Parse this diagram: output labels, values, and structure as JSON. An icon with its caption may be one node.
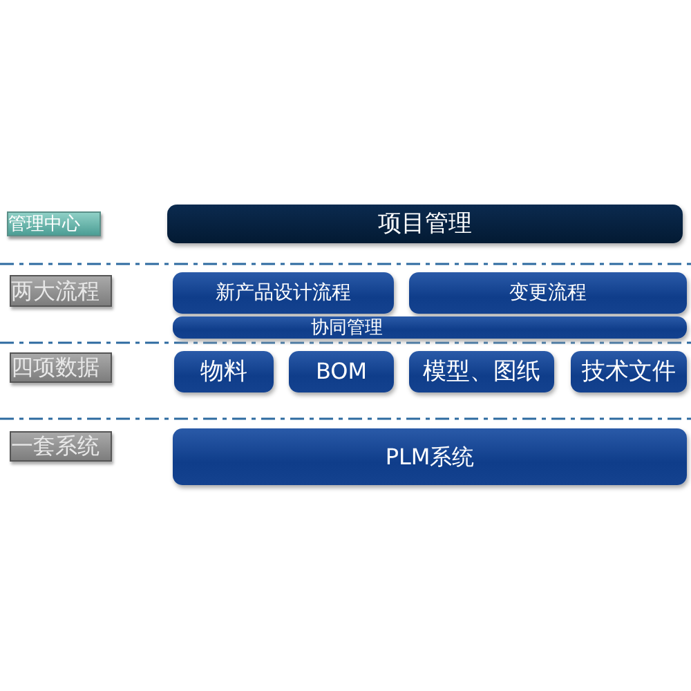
{
  "diagram": {
    "nodes": [
      {
        "text": [
          "管理中心"
        ]
      },
      {
        "text": [
          "项目管理"
        ]
      },
      {
        "text": [
          "两大流程"
        ]
      },
      {
        "text": [
          "新产品设计流程"
        ]
      },
      {
        "text": [
          "变更流程"
        ]
      },
      {
        "text": [
          "协同管理"
        ]
      },
      {
        "text": [
          "四项数据"
        ]
      },
      {
        "text": [
          "物料"
        ]
      },
      {
        "text": [
          "BOM"
        ]
      },
      {
        "text": [
          "模型、图纸"
        ]
      },
      {
        "text": [
          "技术文件"
        ]
      },
      {
        "text": [
          "一套系统"
        ]
      },
      {
        "text": [
          "PLM系统"
        ]
      }
    ]
  }
}
